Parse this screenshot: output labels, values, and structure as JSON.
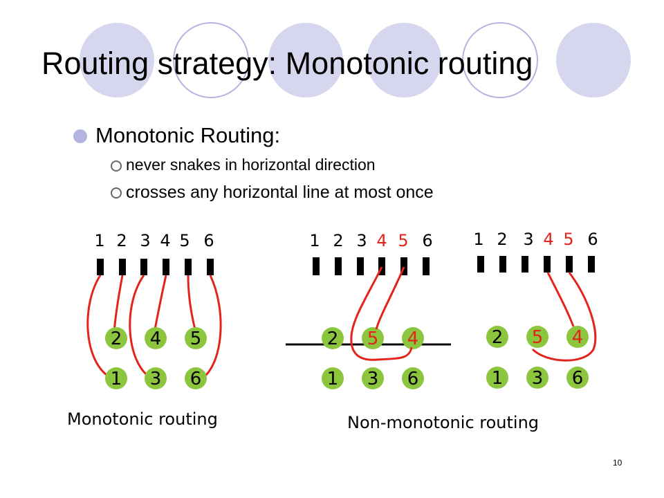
{
  "slide": {
    "title": "Routing strategy: Monotonic routing",
    "bullet": "Monotonic Routing:",
    "sub_bullets": [
      "never snakes in horizontal direction",
      "crosses any horizontal line at most once"
    ],
    "page_number": "10"
  },
  "colors": {
    "circle_fill": "#d6d6ee",
    "circle_stroke": "#b4b4e0",
    "node_fill": "#8cc63f",
    "wire": "#e3231c",
    "highlight_text": "#e3231c",
    "pin": "#000000"
  },
  "diagrams": [
    {
      "top_labels": [
        "1",
        "2",
        "3",
        "4",
        "5",
        "6"
      ],
      "top_label_colors": [
        "#000000",
        "#000000",
        "#000000",
        "#000000",
        "#000000",
        "#000000"
      ],
      "upper_nodes": [
        "2",
        "4",
        "5"
      ],
      "upper_node_colors": [
        "#000000",
        "#000000",
        "#000000"
      ],
      "lower_nodes": [
        "1",
        "3",
        "6"
      ],
      "caption": "Monotonic routing"
    },
    {
      "top_labels": [
        "1",
        "2",
        "3",
        "4",
        "5",
        "6"
      ],
      "top_label_colors": [
        "#000000",
        "#000000",
        "#000000",
        "#e3231c",
        "#e3231c",
        "#000000"
      ],
      "upper_nodes": [
        "2",
        "5",
        "4"
      ],
      "upper_node_colors": [
        "#000000",
        "#e3231c",
        "#e3231c"
      ],
      "lower_nodes": [
        "1",
        "3",
        "6"
      ]
    },
    {
      "top_labels": [
        "1",
        "2",
        "3",
        "4",
        "5",
        "6"
      ],
      "top_label_colors": [
        "#000000",
        "#000000",
        "#000000",
        "#e3231c",
        "#e3231c",
        "#000000"
      ],
      "upper_nodes": [
        "2",
        "5",
        "4"
      ],
      "upper_node_colors": [
        "#000000",
        "#e3231c",
        "#e3231c"
      ],
      "lower_nodes": [
        "1",
        "3",
        "6"
      ]
    }
  ],
  "caption_right": "Non-monotonic routing"
}
